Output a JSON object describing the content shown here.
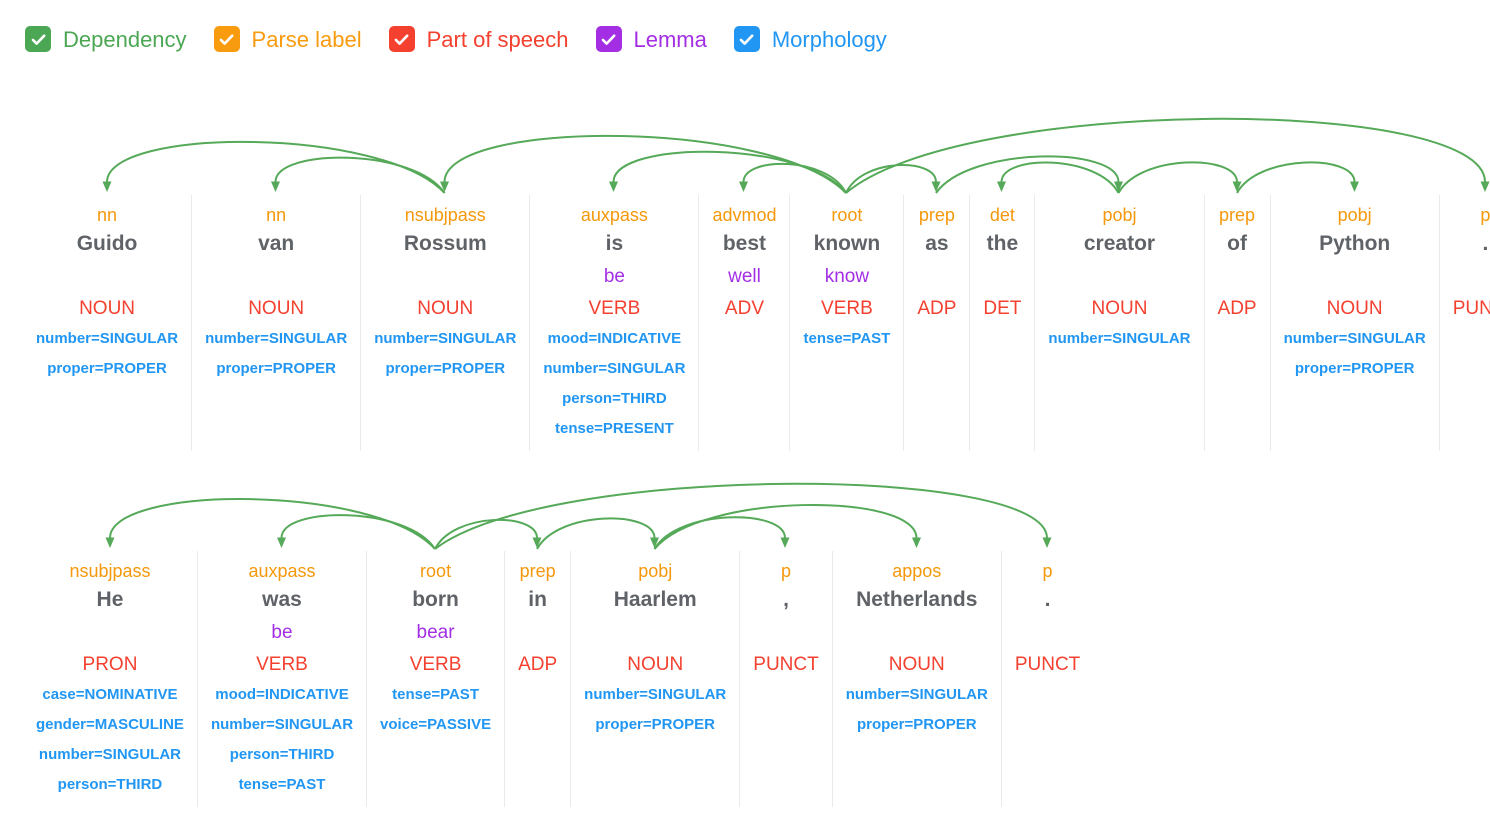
{
  "legend": {
    "items": [
      {
        "label": "Dependency",
        "color": "#4BA753",
        "checked": true
      },
      {
        "label": "Parse label",
        "color": "#F99B0E",
        "checked": true
      },
      {
        "label": "Part of speech",
        "color": "#F4402E",
        "checked": true
      },
      {
        "label": "Lemma",
        "color": "#A32EE4",
        "checked": true
      },
      {
        "label": "Morphology",
        "color": "#2196F3",
        "checked": true
      }
    ]
  },
  "colors": {
    "arc": "#55A958",
    "parse_label": "#F5980B",
    "word": "#5F6368",
    "lemma": "#A32EE4",
    "pos": "#F4402F",
    "morphology": "#2196F3",
    "separator": "#E8EAED"
  },
  "sentences": [
    {
      "text": "Guido van Rossum is best known as the creator of Python .",
      "tokens": [
        {
          "label": "nn",
          "word": "Guido",
          "lemma": "",
          "pos": "NOUN",
          "morph": [
            "number=SINGULAR",
            "proper=PROPER"
          ]
        },
        {
          "label": "nn",
          "word": "van",
          "lemma": "",
          "pos": "NOUN",
          "morph": [
            "number=SINGULAR",
            "proper=PROPER"
          ]
        },
        {
          "label": "nsubjpass",
          "word": "Rossum",
          "lemma": "",
          "pos": "NOUN",
          "morph": [
            "number=SINGULAR",
            "proper=PROPER"
          ]
        },
        {
          "label": "auxpass",
          "word": "is",
          "lemma": "be",
          "pos": "VERB",
          "morph": [
            "mood=INDICATIVE",
            "number=SINGULAR",
            "person=THIRD",
            "tense=PRESENT"
          ]
        },
        {
          "label": "advmod",
          "word": "best",
          "lemma": "well",
          "pos": "ADV",
          "morph": []
        },
        {
          "label": "root",
          "word": "known",
          "lemma": "know",
          "pos": "VERB",
          "morph": [
            "tense=PAST"
          ]
        },
        {
          "label": "prep",
          "word": "as",
          "lemma": "",
          "pos": "ADP",
          "morph": []
        },
        {
          "label": "det",
          "word": "the",
          "lemma": "",
          "pos": "DET",
          "morph": []
        },
        {
          "label": "pobj",
          "word": "creator",
          "lemma": "",
          "pos": "NOUN",
          "morph": [
            "number=SINGULAR"
          ]
        },
        {
          "label": "prep",
          "word": "of",
          "lemma": "",
          "pos": "ADP",
          "morph": []
        },
        {
          "label": "pobj",
          "word": "Python",
          "lemma": "",
          "pos": "NOUN",
          "morph": [
            "number=SINGULAR",
            "proper=PROPER"
          ]
        },
        {
          "label": "p",
          "word": ".",
          "lemma": "",
          "pos": "PUNCT",
          "morph": []
        }
      ],
      "edges": [
        {
          "head": 2,
          "dep": 0
        },
        {
          "head": 2,
          "dep": 1
        },
        {
          "head": 5,
          "dep": 2
        },
        {
          "head": 5,
          "dep": 3
        },
        {
          "head": 5,
          "dep": 4
        },
        {
          "head": 5,
          "dep": 6
        },
        {
          "head": 8,
          "dep": 7
        },
        {
          "head": 6,
          "dep": 8
        },
        {
          "head": 8,
          "dep": 9
        },
        {
          "head": 9,
          "dep": 10
        },
        {
          "head": 5,
          "dep": 11
        }
      ]
    },
    {
      "text": "He was born in Haarlem , Netherlands .",
      "tokens": [
        {
          "label": "nsubjpass",
          "word": "He",
          "lemma": "",
          "pos": "PRON",
          "morph": [
            "case=NOMINATIVE",
            "gender=MASCULINE",
            "number=SINGULAR",
            "person=THIRD"
          ]
        },
        {
          "label": "auxpass",
          "word": "was",
          "lemma": "be",
          "pos": "VERB",
          "morph": [
            "mood=INDICATIVE",
            "number=SINGULAR",
            "person=THIRD",
            "tense=PAST"
          ]
        },
        {
          "label": "root",
          "word": "born",
          "lemma": "bear",
          "pos": "VERB",
          "morph": [
            "tense=PAST",
            "voice=PASSIVE"
          ]
        },
        {
          "label": "prep",
          "word": "in",
          "lemma": "",
          "pos": "ADP",
          "morph": []
        },
        {
          "label": "pobj",
          "word": "Haarlem",
          "lemma": "",
          "pos": "NOUN",
          "morph": [
            "number=SINGULAR",
            "proper=PROPER"
          ]
        },
        {
          "label": "p",
          "word": ",",
          "lemma": "",
          "pos": "PUNCT",
          "morph": []
        },
        {
          "label": "appos",
          "word": "Netherlands",
          "lemma": "",
          "pos": "NOUN",
          "morph": [
            "number=SINGULAR",
            "proper=PROPER"
          ]
        },
        {
          "label": "p",
          "word": ".",
          "lemma": "",
          "pos": "PUNCT",
          "morph": []
        }
      ],
      "edges": [
        {
          "head": 2,
          "dep": 0
        },
        {
          "head": 2,
          "dep": 1
        },
        {
          "head": 2,
          "dep": 3
        },
        {
          "head": 3,
          "dep": 4
        },
        {
          "head": 4,
          "dep": 5
        },
        {
          "head": 4,
          "dep": 6
        },
        {
          "head": 2,
          "dep": 7
        }
      ]
    }
  ]
}
